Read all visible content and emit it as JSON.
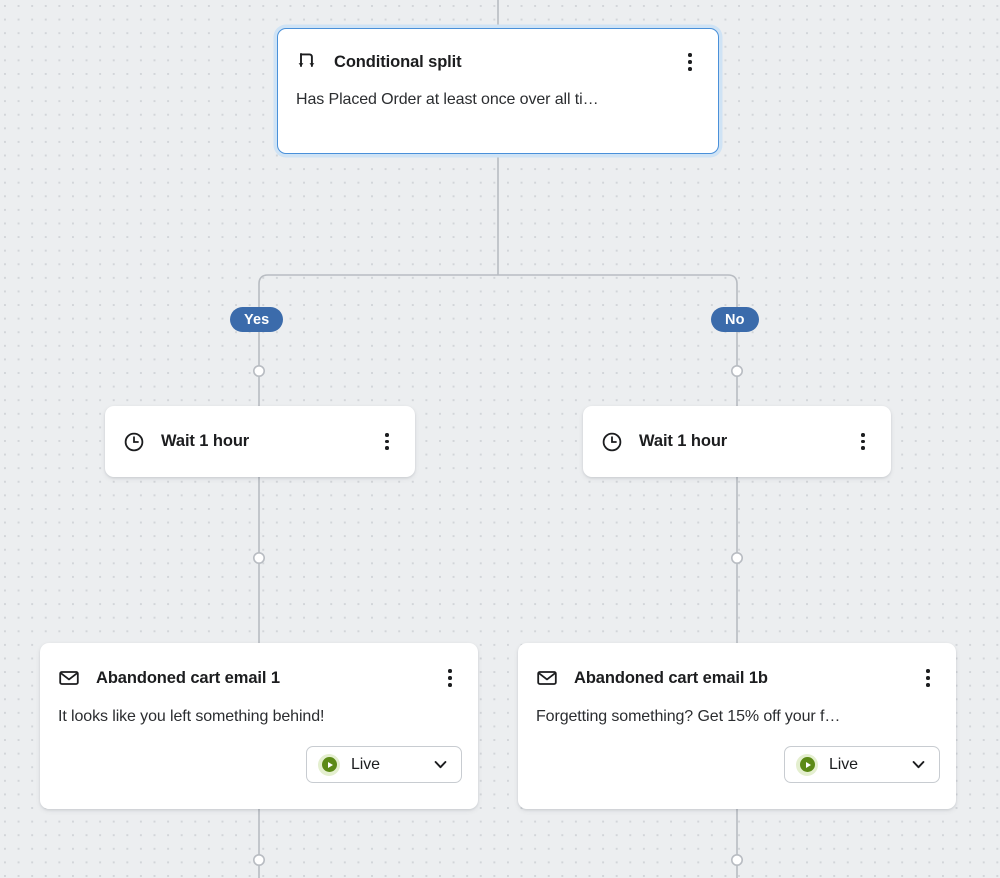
{
  "canvas": {
    "background_color": "#eceef0",
    "dot_color": "#d2d5d9",
    "connector_color": "#b8bcc2"
  },
  "nodes": {
    "conditional_split": {
      "icon": "split-branch-icon",
      "title": "Conditional split",
      "subtitle": "Has Placed Order at least once over all ti…",
      "menu_icon": "kebab-menu-icon",
      "selected": true,
      "selection_color": "#4a90d9"
    },
    "wait_yes": {
      "icon": "clock-icon",
      "title": "Wait 1 hour",
      "menu_icon": "kebab-menu-icon"
    },
    "wait_no": {
      "icon": "clock-icon",
      "title": "Wait 1 hour",
      "menu_icon": "kebab-menu-icon"
    },
    "email_1": {
      "icon": "envelope-icon",
      "title": "Abandoned cart email 1",
      "subtitle": "It looks like you left something behind!",
      "menu_icon": "kebab-menu-icon",
      "status": {
        "icon": "live-play-icon",
        "label": "Live",
        "chevron_icon": "chevron-down-icon",
        "accent_color": "#5c8a16"
      }
    },
    "email_1b": {
      "icon": "envelope-icon",
      "title": "Abandoned cart email 1b",
      "subtitle": "Forgetting something? Get 15% off your f…",
      "menu_icon": "kebab-menu-icon",
      "status": {
        "icon": "live-play-icon",
        "label": "Live",
        "chevron_icon": "chevron-down-icon",
        "accent_color": "#5c8a16"
      }
    }
  },
  "branches": {
    "yes": {
      "label": "Yes",
      "color": "#3b6bab"
    },
    "no": {
      "label": "No",
      "color": "#3b6bab"
    }
  }
}
